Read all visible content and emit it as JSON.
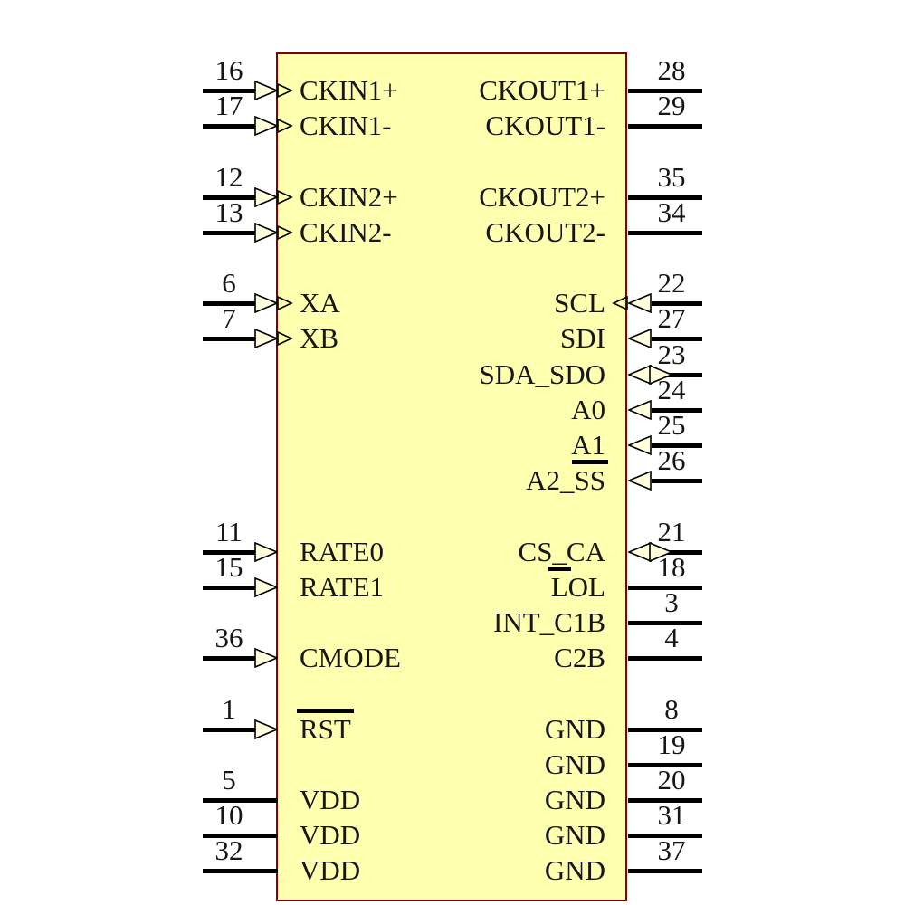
{
  "diagram": {
    "type": "ic-schematic-symbol",
    "colors": {
      "body_fill": "#FFFFB0",
      "border_color": "#800000",
      "triangle_fill": "#FFFFDC",
      "line_color": "#000000",
      "text_color": "#161616"
    }
  },
  "pins": {
    "left": [
      {
        "number": "16",
        "label": "CKIN1+",
        "row": 0,
        "arrow": "input-double"
      },
      {
        "number": "17",
        "label": "CKIN1-",
        "row": 1,
        "arrow": "input-double"
      },
      {
        "number": "12",
        "label": "CKIN2+",
        "row": 3,
        "arrow": "input-double"
      },
      {
        "number": "13",
        "label": "CKIN2-",
        "row": 4,
        "arrow": "input-double"
      },
      {
        "number": "6",
        "label": "XA",
        "row": 6,
        "arrow": "input-double"
      },
      {
        "number": "7",
        "label": "XB",
        "row": 7,
        "arrow": "input-double"
      },
      {
        "number": "11",
        "label": "RATE0",
        "row": 13,
        "arrow": "input-single"
      },
      {
        "number": "15",
        "label": "RATE1",
        "row": 14,
        "arrow": "input-single"
      },
      {
        "number": "36",
        "label": "CMODE",
        "row": 16,
        "arrow": "input-single"
      },
      {
        "number": "1",
        "label": "RST",
        "row": 18,
        "arrow": "input-single",
        "label_parts": {
          "pre": "",
          "bar": "RST",
          "post": ""
        }
      },
      {
        "number": "5",
        "label": "VDD",
        "row": 20,
        "arrow": "none"
      },
      {
        "number": "10",
        "label": "VDD",
        "row": 21,
        "arrow": "none"
      },
      {
        "number": "32",
        "label": "VDD",
        "row": 22,
        "arrow": "none"
      }
    ],
    "right": [
      {
        "number": "28",
        "label": "CKOUT1+",
        "row": 0,
        "arrow": "none"
      },
      {
        "number": "29",
        "label": "CKOUT1-",
        "row": 1,
        "arrow": "none"
      },
      {
        "number": "35",
        "label": "CKOUT2+",
        "row": 3,
        "arrow": "none"
      },
      {
        "number": "34",
        "label": "CKOUT2-",
        "row": 4,
        "arrow": "none"
      },
      {
        "number": "22",
        "label": "SCL",
        "row": 6,
        "arrow": "input-double"
      },
      {
        "number": "27",
        "label": "SDI",
        "row": 7,
        "arrow": "input-single"
      },
      {
        "number": "23",
        "label": "SDA_SDO",
        "row": 8,
        "arrow": "bidirectional"
      },
      {
        "number": "24",
        "label": "A0",
        "row": 9,
        "arrow": "input-single"
      },
      {
        "number": "25",
        "label": "A1",
        "row": 10,
        "arrow": "input-single"
      },
      {
        "number": "26",
        "label": "A2_SS",
        "row": 11,
        "arrow": "input-single",
        "label_parts": {
          "pre": "A2_",
          "bar": "SS",
          "post": ""
        }
      },
      {
        "number": "21",
        "label": "CS_CA",
        "row": 13,
        "arrow": "bidirectional"
      },
      {
        "number": "18",
        "label": "LOL",
        "row": 14,
        "arrow": "none",
        "label_parts": {
          "pre": "",
          "bar": "L",
          "post": "OL"
        }
      },
      {
        "number": "3",
        "label": "INT_C1B",
        "row": 15,
        "arrow": "none"
      },
      {
        "number": "4",
        "label": "C2B",
        "row": 16,
        "arrow": "none"
      },
      {
        "number": "8",
        "label": "GND",
        "row": 18,
        "arrow": "none"
      },
      {
        "number": "19",
        "label": "GND",
        "row": 19,
        "arrow": "none"
      },
      {
        "number": "20",
        "label": "GND",
        "row": 20,
        "arrow": "none"
      },
      {
        "number": "31",
        "label": "GND",
        "row": 21,
        "arrow": "none"
      },
      {
        "number": "37",
        "label": "GND",
        "row": 22,
        "arrow": "none"
      }
    ]
  }
}
